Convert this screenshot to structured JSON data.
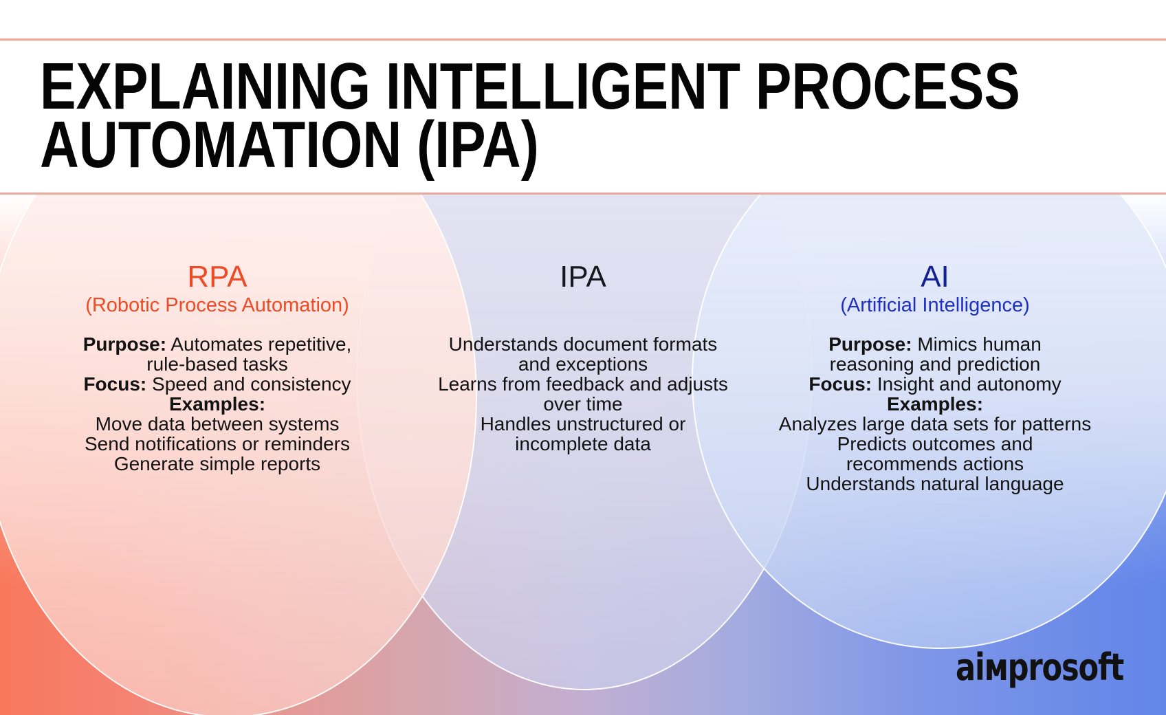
{
  "header": {
    "title_line1": "EXPLAINING INTELLIGENT PROCESS",
    "title_line2": "AUTOMATION (IPA)"
  },
  "sections": [
    {
      "id": "rpa",
      "title": "RPA",
      "subtitle": "(Robotic Process Automation)",
      "body": [
        {
          "label": "Purpose:",
          "text": "Automates repetitive,"
        },
        {
          "label": "",
          "text": "rule-based tasks"
        },
        {
          "label": "Focus:",
          "text": "Speed and consistency"
        },
        {
          "label": "Examples:",
          "text": ""
        },
        {
          "label": "",
          "text": "Move data between systems"
        },
        {
          "label": "",
          "text": "Send notifications or reminders"
        },
        {
          "label": "",
          "text": "Generate simple reports"
        }
      ]
    },
    {
      "id": "ipa",
      "title": "IPA",
      "subtitle": "",
      "body": [
        {
          "label": "",
          "text": "Understands document formats"
        },
        {
          "label": "",
          "text": "and exceptions"
        },
        {
          "label": "",
          "text": "Learns from feedback and adjusts"
        },
        {
          "label": "",
          "text": "over time"
        },
        {
          "label": "",
          "text": "Handles unstructured or"
        },
        {
          "label": "",
          "text": "incomplete data"
        }
      ]
    },
    {
      "id": "ai",
      "title": "AI",
      "subtitle": "(Artificial Intelligence)",
      "body": [
        {
          "label": "Purpose:",
          "text": "Mimics human"
        },
        {
          "label": "",
          "text": "reasoning and prediction"
        },
        {
          "label": "Focus:",
          "text": "Insight and autonomy"
        },
        {
          "label": "Examples:",
          "text": ""
        },
        {
          "label": "",
          "text": "Analyzes large data sets for patterns"
        },
        {
          "label": "",
          "text": "Predicts outcomes and"
        },
        {
          "label": "",
          "text": "recommends actions"
        },
        {
          "label": "",
          "text": "Understands natural language"
        }
      ]
    }
  ],
  "logo": {
    "text": "aiмprosoft"
  },
  "colors": {
    "accent_rpa": "#ee4a24",
    "accent_ai_title": "#131f96",
    "accent_ai_subtitle": "#1e30c0",
    "header_rule": "#f2a190",
    "header_rule_bottom": "#e9a79e",
    "body_text": "#121212",
    "logo_text": "#111111",
    "bg_left": "#f8785c",
    "bg_right": "#6185e9",
    "circle_stroke": "#ffffff"
  }
}
